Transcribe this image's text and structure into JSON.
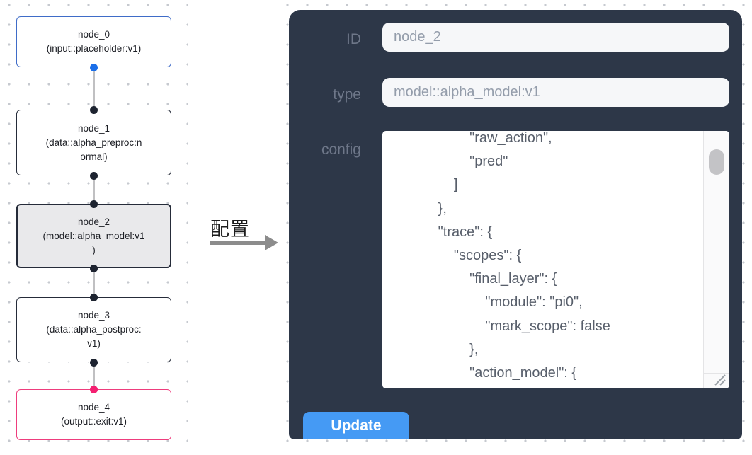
{
  "colors": {
    "panel_bg": "#2d3748",
    "accent_blue": "#459af4",
    "node_default_border": "#252b39",
    "node_input_border": "#3f6cc8",
    "node_output_border": "#ee3d7d",
    "node_selected_bg": "#e9e9eb",
    "port_default": "#1d2330",
    "port_input": "#1a6ee8",
    "port_output": "#f42071"
  },
  "flow": {
    "nodes": [
      {
        "id": "node_0",
        "type": "input::placeholder:v1",
        "lines": [
          "node_0",
          "(input::placeholder:v1)"
        ]
      },
      {
        "id": "node_1",
        "type": "data::alpha_preproc:normal",
        "lines": [
          "node_1",
          "(data::alpha_preproc:n",
          "ormal)"
        ]
      },
      {
        "id": "node_2",
        "type": "model::alpha_model:v1",
        "lines": [
          "node_2",
          "(model::alpha_model:v1",
          ")"
        ],
        "selected": true
      },
      {
        "id": "node_3",
        "type": "data::alpha_postproc:v1",
        "lines": [
          "node_3",
          "(data::alpha_postproc:",
          "v1)"
        ]
      },
      {
        "id": "node_4",
        "type": "output::exit:v1",
        "lines": [
          "node_4",
          "(output::exit:v1)"
        ]
      }
    ]
  },
  "transition": {
    "arrow_label": "配置"
  },
  "config_panel": {
    "id_label": "ID",
    "id_value": "node_2",
    "type_label": "type",
    "type_value": "model::alpha_model:v1",
    "config_label": "config",
    "config_text": "                    \"raw_action\",\n                    \"pred\"\n                ]\n            },\n            \"trace\": {\n                \"scopes\": {\n                    \"final_layer\": {\n                        \"module\": \"pi0\",\n                        \"mark_scope\": false\n                    },\n                    \"action_model\": {",
    "update_label": "Update"
  }
}
